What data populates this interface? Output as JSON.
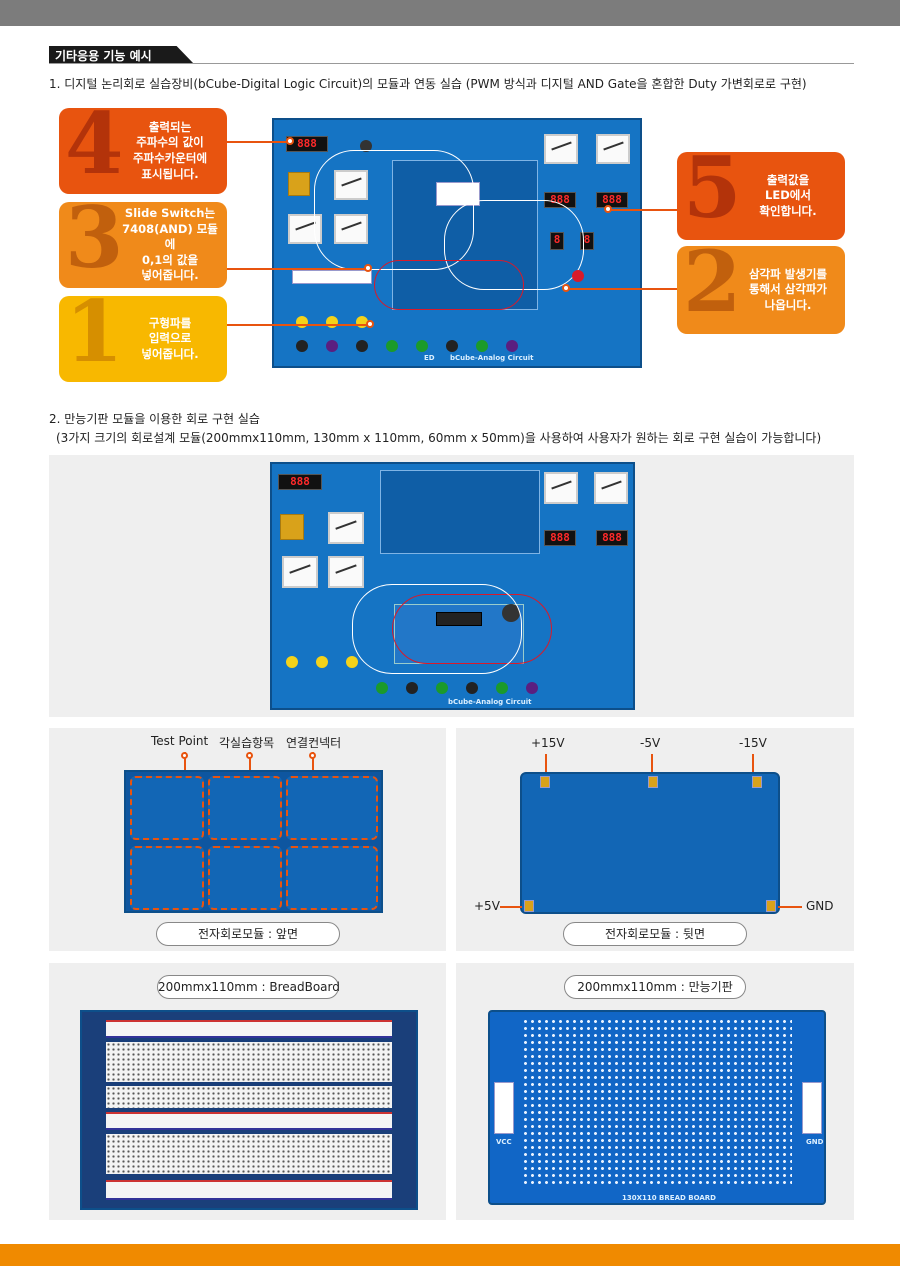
{
  "header": {
    "section_tag": "기타응용 기능 예시"
  },
  "section1": {
    "title": "1. 디지털 논리회로 실습장비(bCube-Digital Logic Circuit)의 모듈과 연동 실습  (PWM 방식과 디지털 AND Gate을 혼합한 Duty 가변회로로 구현)",
    "board_label": "bCube-Analog Circuit",
    "board_brand": "ED",
    "display_value_1": "888",
    "display_value_2": "888",
    "display_value_3": "888",
    "display_value_4": "8",
    "display_value_5": "8",
    "callouts": [
      {
        "number": "4",
        "text": "출력되는\n주파수의 값이\n주파수카운터에\n표시됩니다.",
        "color": "#e8540f"
      },
      {
        "number": "3",
        "text": "Slide Switch는\n7408(AND) 모듈에\n0,1의 값을\n넣어줍니다.",
        "color": "#f08a1a"
      },
      {
        "number": "1",
        "text": "구형파를\n입력으로\n넣어줍니다.",
        "color": "#f8b800"
      },
      {
        "number": "5",
        "text": "출력값을\nLED에서\n확인합니다.",
        "color": "#e8540f"
      },
      {
        "number": "2",
        "text": "삼각파 발생기를\n통해서 삼각파가\n나옵니다.",
        "color": "#f08a1a"
      }
    ]
  },
  "section2": {
    "title": "2. 만능기판 모듈을 이용한 회로 구현 실습",
    "subtitle": "(3가지 크기의 회로설계 모듈(200mmx110mm, 130mm x 110mm, 60mm x 50mm)을 사용하여 사용자가 원하는 회로 구현 실습이 가능합니다)",
    "board_label": "bCube-Analog Circuit",
    "front": {
      "annotations": [
        "Test Point",
        "각실습항목",
        "연결컨넥터"
      ],
      "caption": "전자회로모듈 : 앞면"
    },
    "back": {
      "annotations": [
        "+15V",
        "-5V",
        "-15V",
        "+5V",
        "GND"
      ],
      "caption": "전자회로모듈 : 뒷면"
    },
    "breadboard": {
      "caption": "200mmx110mm : BreadBoard"
    },
    "universal": {
      "caption": "200mmx110mm : 만능기판",
      "vcc_label": "VCC",
      "gnd_label": "GND",
      "bottom_label": "130X110 BREAD BOARD"
    }
  },
  "colors": {
    "accent": "#e8540f",
    "orange": "#f08a1a",
    "yellow": "#f8b800",
    "board_blue": "#1574c4",
    "footer": "#f08a00"
  }
}
